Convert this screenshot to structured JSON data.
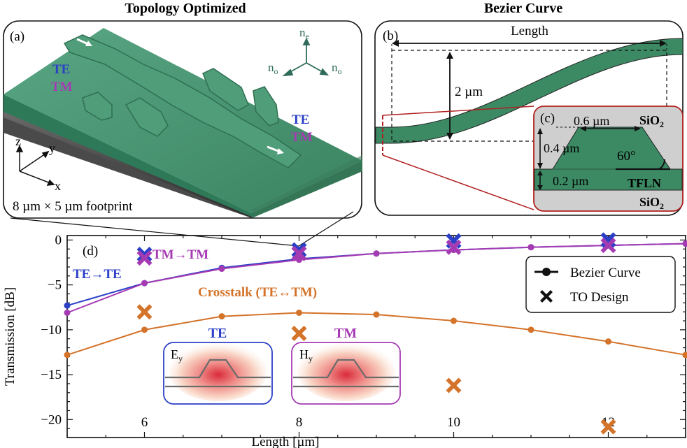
{
  "colors": {
    "te_blue": "#2b3fc7",
    "tm_purple": "#a53bb3",
    "crosstalk_orange": "#d4732a",
    "waveguide_green": "#3c8a64",
    "cladding_grey": "#d0d0d0",
    "frame_red": "#b0201f",
    "teal_axes": "#2e6b5a"
  },
  "panel_a": {
    "heading": "Topology Optimized",
    "tag": "(a)",
    "te_left": "TE",
    "tm_left": "TM",
    "te_right": "TE",
    "tm_right": "TM",
    "crystal_axis_top": "n",
    "crystal_axis_top_sub": "e",
    "crystal_axis_left": "n",
    "crystal_axis_left_sub": "o",
    "crystal_axis_right": "n",
    "crystal_axis_right_sub": "o",
    "axis_z": "z",
    "axis_y": "y",
    "axis_x": "x",
    "footprint": "8 µm × 5 µm footprint"
  },
  "panel_b": {
    "heading": "Bezier Curve",
    "tag": "(b)",
    "length_label": "Length",
    "height_label": "2 µm"
  },
  "panel_c": {
    "tag": "(c)",
    "top_width": "0.6 µm",
    "etch_depth": "0.4 µm",
    "slab": "0.2 µm",
    "angle": "60°",
    "layer_top": "SiO",
    "layer_top_sub": "2",
    "layer_core": "TFLN",
    "layer_bottom": "SiO",
    "layer_bottom_sub": "2"
  },
  "panel_d": {
    "tag": "(d)",
    "te_label": "TE→TE",
    "tm_label": "TM→TM",
    "crosstalk_label": "Crosstalk (TE↔TM)",
    "mode_te_title": "TE",
    "mode_te_field": "E",
    "mode_te_field_sub": "y",
    "mode_tm_title": "TM",
    "mode_tm_field": "H",
    "mode_tm_field_sub": "y",
    "legend": [
      "Bezier Curve",
      "TO Design"
    ]
  },
  "chart_data": {
    "type": "line",
    "title": "",
    "xlabel": "Length [µm]",
    "ylabel": "Transmission [dB]",
    "xlim": [
      5,
      13
    ],
    "ylim": [
      -22,
      0.5
    ],
    "xticks": [
      6,
      8,
      10,
      12
    ],
    "yticks": [
      0,
      -5,
      -10,
      -15,
      -20
    ],
    "legend_position": "right",
    "bezier_x": [
      5,
      6,
      7,
      8,
      9,
      10,
      11,
      12,
      13
    ],
    "series": [
      {
        "name": "TE→TE",
        "color": "#2b3fc7",
        "marker": "line-dot",
        "values": [
          -7.3,
          -4.8,
          -3.1,
          -2.1,
          -1.5,
          -1.1,
          -0.8,
          -0.6,
          -0.4
        ]
      },
      {
        "name": "TM→TM",
        "color": "#a53bb3",
        "marker": "line-dot",
        "values": [
          -8.1,
          -4.8,
          -3.2,
          -2.2,
          -1.5,
          -1.1,
          -0.8,
          -0.6,
          -0.4
        ]
      },
      {
        "name": "Crosstalk (TE↔TM)",
        "color": "#d4732a",
        "marker": "line-dot",
        "values": [
          -12.8,
          -10.0,
          -8.5,
          -8.1,
          -8.3,
          -9.0,
          -10.0,
          -11.3,
          -12.8
        ]
      }
    ],
    "to_design": [
      {
        "name": "TE→TE",
        "color": "#2b3fc7",
        "x": [
          6,
          8,
          10,
          12
        ],
        "y": [
          -1.6,
          -1.1,
          -0.1,
          0.0
        ]
      },
      {
        "name": "TM→TM",
        "color": "#a53bb3",
        "x": [
          6,
          8,
          10,
          12
        ],
        "y": [
          -2.0,
          -1.5,
          -0.8,
          -0.6
        ]
      },
      {
        "name": "Crosstalk (TE↔TM)",
        "color": "#d4732a",
        "x": [
          6,
          8,
          10,
          12
        ],
        "y": [
          -8.0,
          -10.4,
          -16.2,
          -20.8
        ]
      }
    ]
  }
}
